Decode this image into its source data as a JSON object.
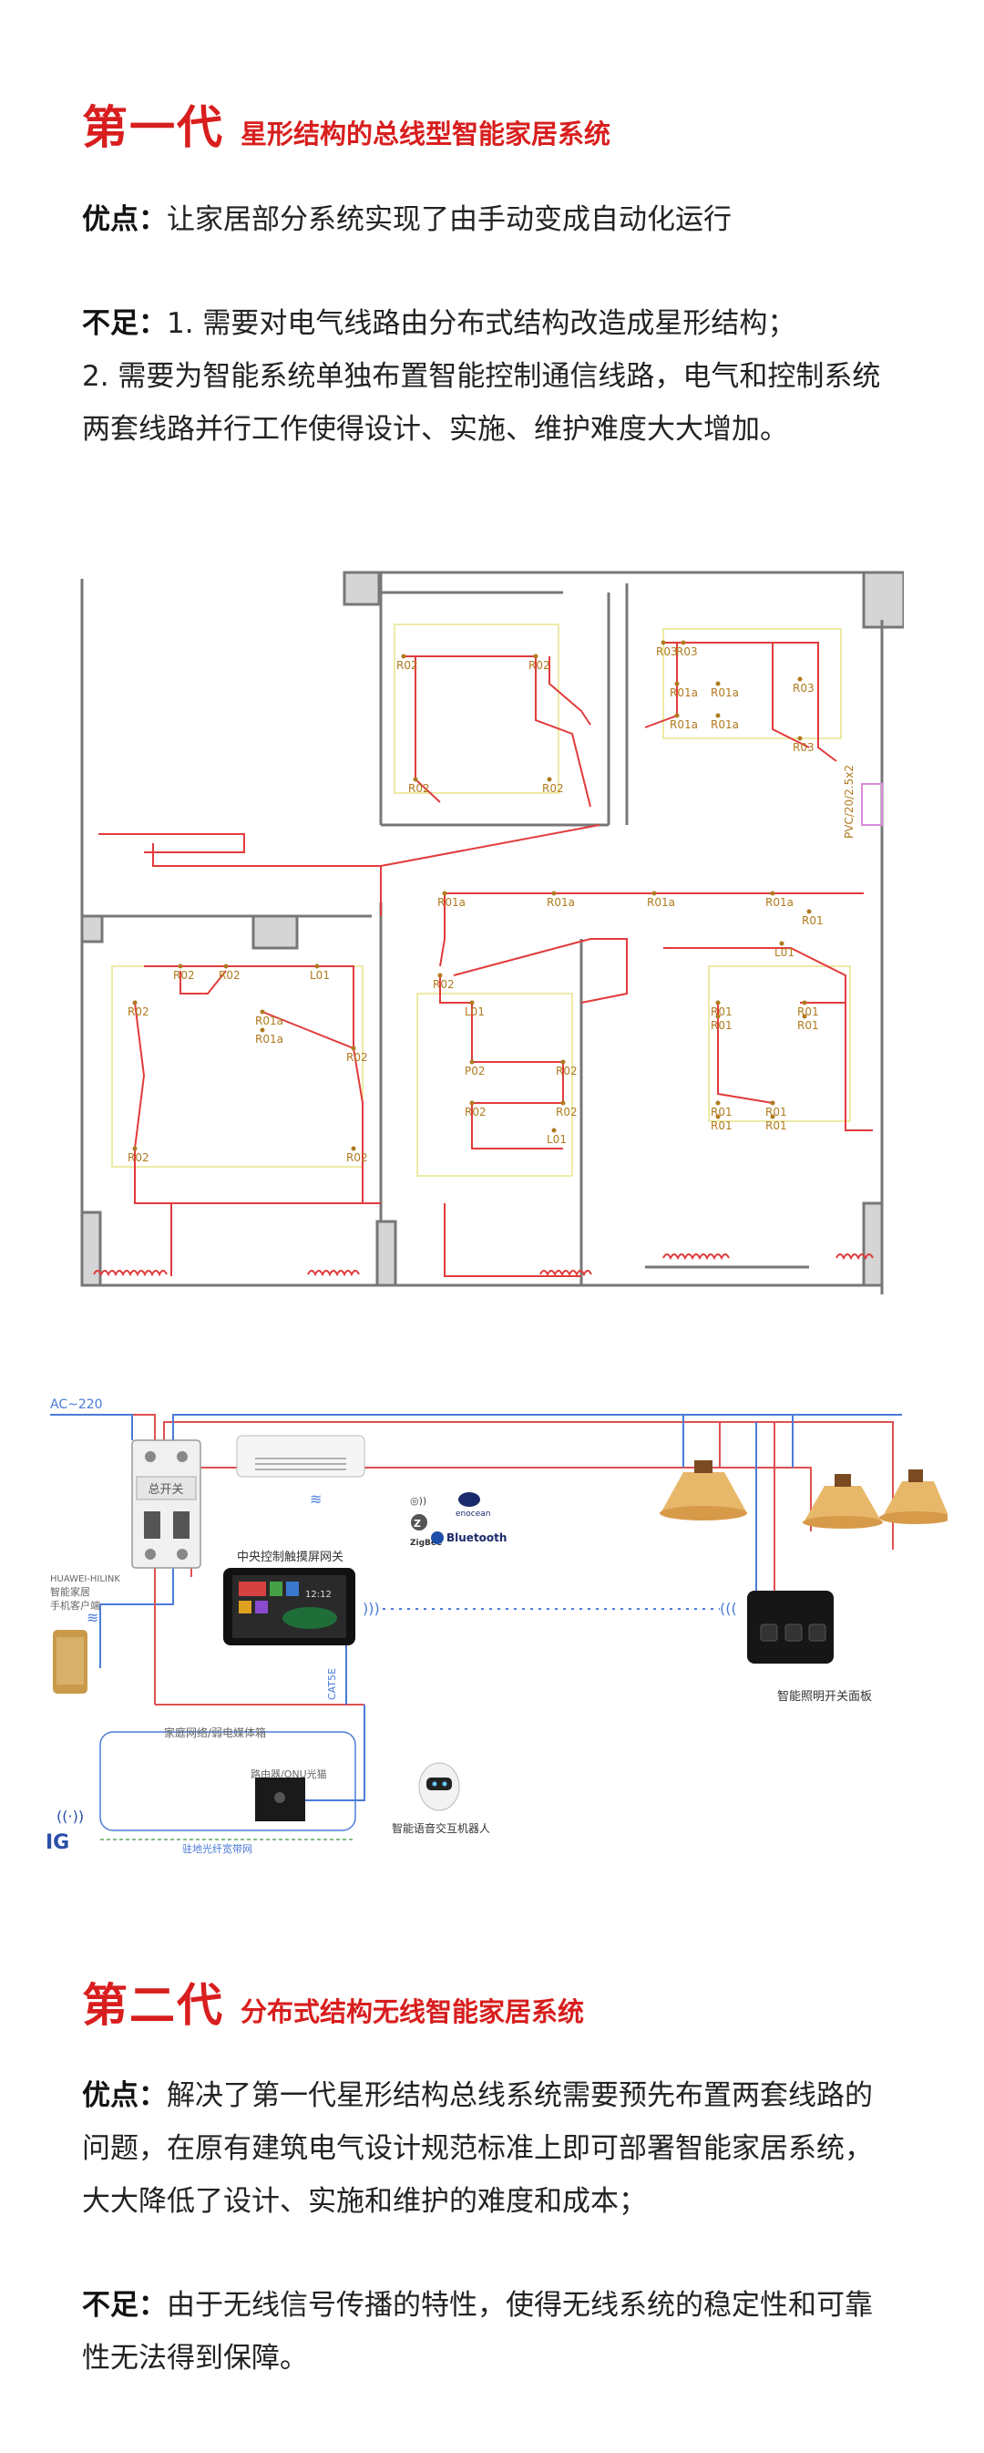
{
  "gen1": {
    "title": "第一代",
    "subtitle": "星形结构的总线型智能家居系统",
    "pros_label": "优点：",
    "pros_text": "让家居部分系统实现了由手动变成自动化运行",
    "cons_label": "不足：",
    "cons_line1": "1. 需要对电气线路由分布式结构改造成星形结构；",
    "cons_line2": "2. 需要为智能系统单独布置智能控制通信线路，电气和控制系统",
    "cons_line3": "两套线路并行工作使得设计、实施、维护难度大大增加。"
  },
  "floorplan": {
    "labels": [
      "R02",
      "R02",
      "R02",
      "R02",
      "R03",
      "R03",
      "R03",
      "R03",
      "R01a",
      "R01a",
      "R01a",
      "R01a",
      "R01a",
      "R01a",
      "R01a",
      "R01a",
      "R01",
      "R02",
      "R02",
      "L01",
      "R02",
      "R02",
      "R01a",
      "R01a",
      "R02",
      "R02",
      "R02",
      "L01",
      "P02",
      "R02",
      "R02",
      "R02",
      "L01",
      "L01",
      "R01",
      "R01",
      "R01",
      "R01",
      "R01",
      "R01",
      "R01",
      "R01"
    ],
    "pvc_label": "PVC/20/2.5x2",
    "wall_color": "#777777",
    "wire_color": "#e23b3b",
    "label_color": "#b07a1e"
  },
  "wiring": {
    "ac_label": "AC~220",
    "breaker_label": "总开关",
    "hub_label": "中央控制触摸屏网关",
    "phone_label_1": "HUAWEI-HILINK",
    "phone_label_2": "智能家居",
    "phone_label_3": "手机客户端",
    "home_network_label": "家庭网络/弱电媒体箱",
    "router_label": "路由器/ONU光猫",
    "fiber_label": "驻地光纤宽带网",
    "cat5e_label": "CAT5E",
    "robot_label": "智能语音交互机器人",
    "panel_label": "智能照明开关面板",
    "zigbee_label": "ZigBee",
    "enocean_label": "enocean",
    "bluetooth_label": "Bluetooth",
    "ga_label": "IG",
    "hub_time": "12:12"
  },
  "gen2": {
    "title": "第二代",
    "subtitle": "分布式结构无线智能家居系统",
    "pros_label": "优点：",
    "pros_line1": "解决了第一代星形结构总线系统需要预先布置两套线路的",
    "pros_line2": "问题，在原有建筑电气设计规范标准上即可部署智能家居系统，",
    "pros_line3": "大大降低了设计、实施和维护的难度和成本；",
    "cons_label": "不足：",
    "cons_line1": "由于无线信号传播的特性，使得无线系统的稳定性和可靠",
    "cons_line2": "性无法得到保障。"
  }
}
